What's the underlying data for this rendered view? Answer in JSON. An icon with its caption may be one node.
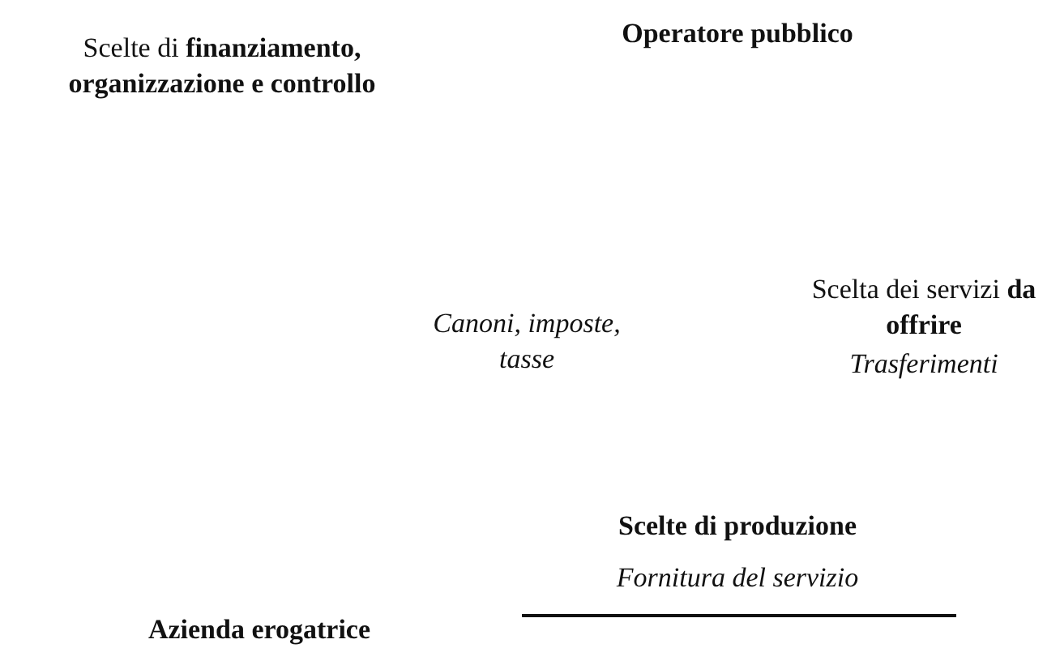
{
  "diagram": {
    "nodes": [
      {
        "text": [
          "Operatore pubblico"
        ]
      },
      {
        "text": [
          "Azienda erogatrice"
        ]
      }
    ],
    "labels": [
      "Scelte di **finanziamento, organizzazione e controllo**",
      "Scelta dei servizi **da offrire**",
      "Canoni, imposte, tasse",
      "Trasferimenti",
      "Scelte di produzione",
      "Fornitura del servizio"
    ]
  }
}
